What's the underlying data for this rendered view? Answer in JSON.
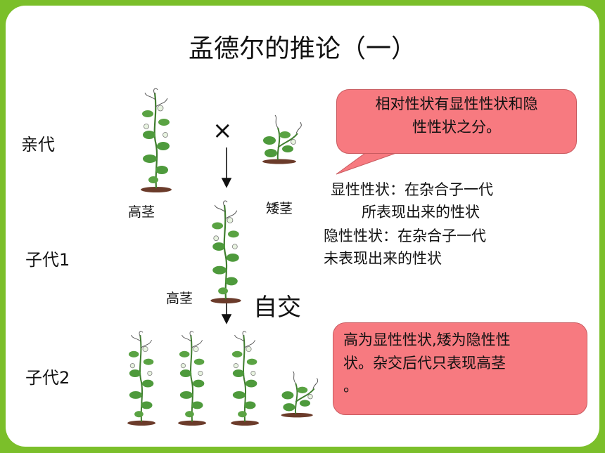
{
  "title": "孟德尔的推论（一）",
  "generations": {
    "parent": "亲代",
    "f1": "子代1",
    "f2": "子代2"
  },
  "labels": {
    "tall_parent": "高茎",
    "short_parent": "矮茎",
    "tall_f1": "高茎",
    "cross_symbol": "×",
    "selfing": "自交"
  },
  "definitions": {
    "line1": "显性性状：在杂合子一代",
    "line2": "所表现出来的性状",
    "line3": "隐性性状：在杂合子一代",
    "line4": "未表现出来的性状"
  },
  "callouts": {
    "top_line1": "相对性状有显性性状和隐",
    "top_line2": "性性状之分。",
    "bottom_line1": "高为显性性状,矮为隐性性",
    "bottom_line2": "状。杂交后代只表现高茎",
    "bottom_line3": "。"
  },
  "colors": {
    "background_green": "#7bbf2a",
    "callout_fill": "#f77a80",
    "leaf_green": "#4e9a3c"
  }
}
